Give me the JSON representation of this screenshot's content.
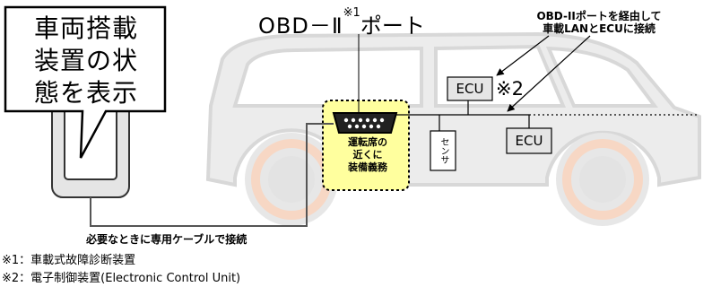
{
  "callout": {
    "lines": [
      "車両搭載",
      "装置の状",
      "態を表示"
    ]
  },
  "obd_title": {
    "text": "OBD－Ⅱ",
    "marker": "※1",
    "suffix": "ポート"
  },
  "ecu_note": {
    "lines": [
      "OBD-IIポートを経由して",
      "車載LANとECUに接続"
    ]
  },
  "ecu_primary": {
    "label": "ECU",
    "marker": "※2"
  },
  "ecu_secondary": {
    "label": "ECU"
  },
  "sensor": {
    "label": "センサ"
  },
  "port_label": {
    "lines": [
      "運転席の",
      "近くに",
      "装備義務"
    ]
  },
  "cable_label": "必要なときに専用ケーブルで接続",
  "footnotes": [
    "※1：車載式故障診断装置",
    "※2：電子制御装置(Electronic Control Unit)"
  ],
  "colors": {
    "car_body": "#ececec",
    "car_outline": "#d8d8d8",
    "wheel_ring": "#f7d7c4",
    "port_box": "#ffff9e",
    "device_fill": "#e5e5e5"
  }
}
